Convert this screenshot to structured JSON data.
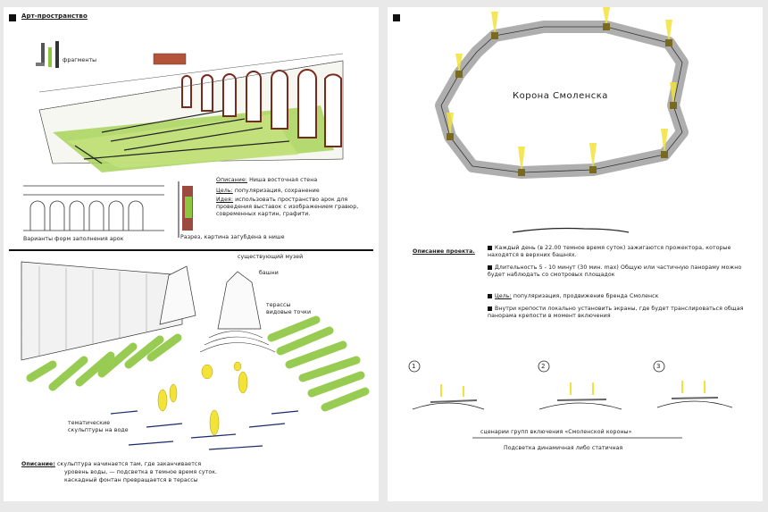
{
  "left_sheet": {
    "title": "Арт-пространство",
    "label_fragments": "фрагменты",
    "caption_arches": "Варианты форм заполнения арок",
    "caption_section": "Разрез, картина загубдена в нише",
    "description_label": "Описание:",
    "description_text": "Ниша восточная стена",
    "goal_label": "Цель:",
    "goal_text": "популяризация, сохранение",
    "idea_label": "Идея:",
    "idea_text": "использовать пространство арок для проведения выставок с изображением гравюр, современных картин, графити.",
    "label_museum": "существующий музей",
    "label_towers": "башни",
    "label_terraces": "терассы",
    "label_viewpoints": "видовые точки",
    "label_sculptures": "тематические скульптуры на воде",
    "bottom_label": "Описание:",
    "bottom_text_1": "скульптура начинается там, где заканчивается",
    "bottom_text_2": "уровень воды, — подсветка в темное время суток.",
    "bottom_text_3": "каскадный фонтан превращается в терассы"
  },
  "right_sheet": {
    "ring_title": "Корона Смоленска",
    "project_label": "Описание проекта.",
    "item1": "Каждый день (в 22.00 темное время суток) зажигаются прожектора, которые находятся в верхних башнях.",
    "item2": "Длительность 5 - 10 минут (30 мин. max) Общую или частичную панораму можно будет наблюдать со смотровых площадок",
    "item3_label": "Цель:",
    "item3_text": "популяризация, продвижение бренда Смоленск",
    "item4": "Внутри крепости локально установить экраны, где будет транслироваться общая панорама крепости в момент включения",
    "num1": "1",
    "num2": "2",
    "num3": "3",
    "scenario_caption": "сценарии групп включения «Смоленской короны»",
    "lighting_caption": "Подсветка динамичная либо статичная"
  },
  "colors": {
    "green": "#8cc63f",
    "yellow": "#f2e33a",
    "gray": "#b9b9b9",
    "red": "#8b2a1c"
  }
}
